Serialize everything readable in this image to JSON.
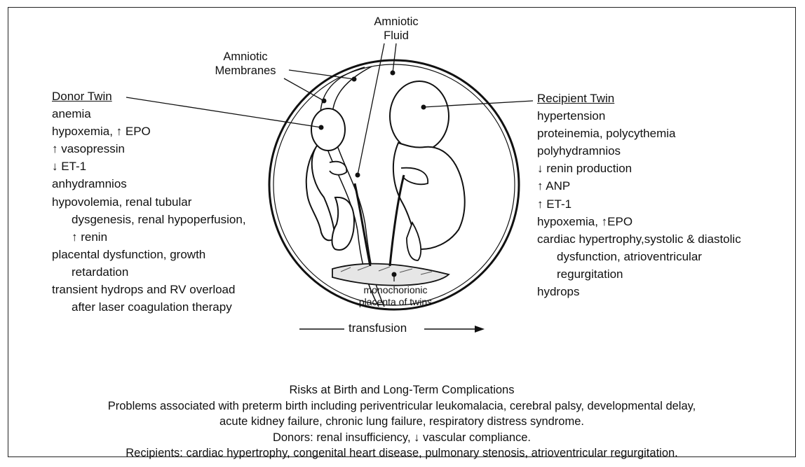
{
  "labels": {
    "amniotic_fluid": [
      "Amniotic",
      "Fluid"
    ],
    "amniotic_membranes": [
      "Amniotic",
      "Membranes"
    ],
    "placenta": [
      "monochorionic",
      "placenta of twins"
    ],
    "transfusion": "transfusion"
  },
  "donor": {
    "title": "Donor Twin",
    "items": [
      "anemia",
      "hypoxemia, ↑ EPO",
      "↑ vasopressin",
      "↓ ET-1",
      "anhydramnios",
      "hypovolemia, renal tubular",
      "dysgenesis, renal hypoperfusion,",
      "↑ renin",
      "placental dysfunction, growth",
      "retardation",
      "transient hydrops and RV overload",
      "after laser coagulation therapy"
    ]
  },
  "recipient": {
    "title": "Recipient Twin",
    "items": [
      "hypertension",
      "proteinemia, polycythemia",
      "polyhydramnios",
      "↓ renin production",
      "↑ ANP",
      "↑ ET-1",
      "hypoxemia, ↑EPO",
      "cardiac hypertrophy,systolic & diastolic",
      "dysfunction, atrioventricular",
      "regurgitation",
      "hydrops"
    ]
  },
  "risks": {
    "title": "Risks at Birth and Long-Term Complications",
    "lines": [
      "Problems associated with preterm birth including periventricular leukomalacia, cerebral palsy, developmental delay,",
      "acute kidney failure, chronic lung failure, respiratory distress syndrome.",
      "Donors:  renal insufficiency, ↓ vascular compliance.",
      "Recipients: cardiac hypertrophy, congenital heart disease, pulmonary stenosis, atrioventricular regurgitation."
    ]
  }
}
